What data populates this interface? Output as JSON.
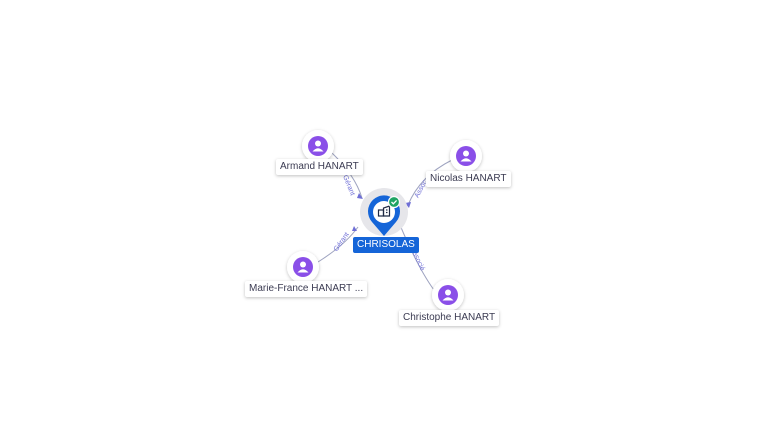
{
  "graph": {
    "center": {
      "label": "CHRISOLAS",
      "icon": "company-icon",
      "status_icon": "verified-check-icon"
    },
    "people": [
      {
        "name": "Armand HANART",
        "relation": "Gérant",
        "icon": "person-icon"
      },
      {
        "name": "Nicolas HANART",
        "relation": "Assoc.",
        "icon": "person-icon"
      },
      {
        "name": "Marie-France HANART ...",
        "relation": "Gérant",
        "icon": "person-icon"
      },
      {
        "name": "Christophe HANART",
        "relation": "Associé",
        "icon": "person-icon"
      }
    ]
  },
  "colors": {
    "person": "#8a4fe8",
    "center": "#1565d8",
    "verified": "#1fa463",
    "edge": "#9ea3c0",
    "edge_label": "#6f6fd6"
  }
}
